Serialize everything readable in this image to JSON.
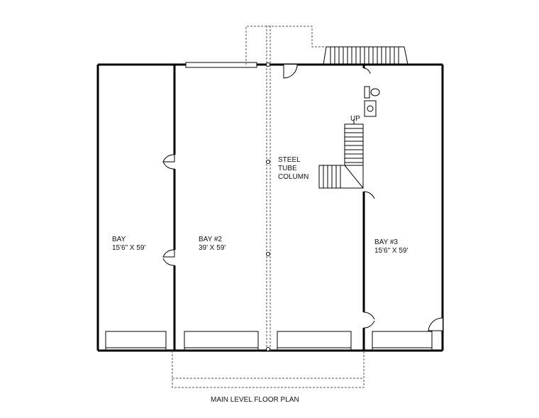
{
  "plan": {
    "title": "MAIN LEVEL FLOOR PLAN",
    "rooms": {
      "bay_left": {
        "name": "BAY",
        "size": "15'6\" X 59'"
      },
      "bay_2": {
        "name": "BAY #2",
        "size": "39' X 59'"
      },
      "bay_3": {
        "name": "BAY #3",
        "size": "15'6\" X 59'"
      }
    },
    "column_label": [
      "STEEL",
      "TUBE",
      "COLUMN"
    ],
    "stair_label": "UP"
  }
}
